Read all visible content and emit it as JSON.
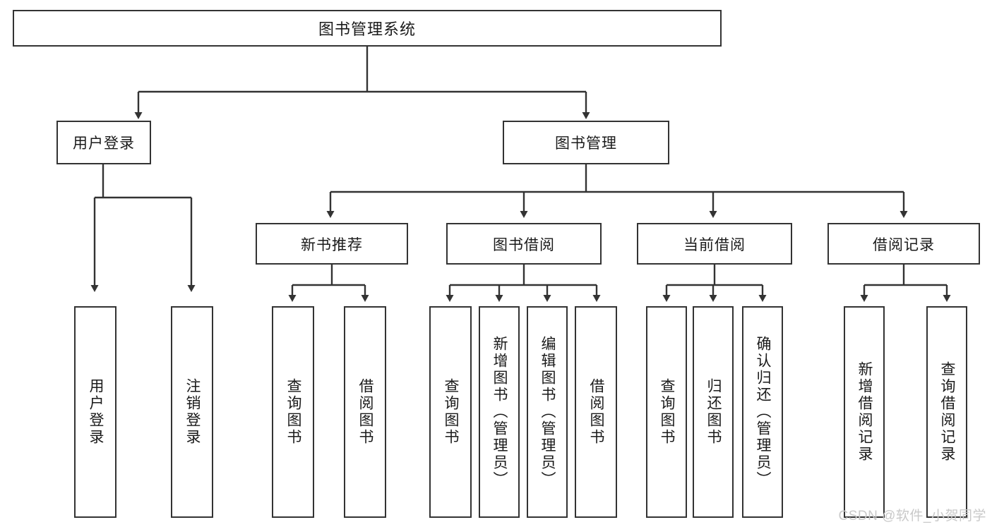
{
  "diagram": {
    "title": "图书管理系统",
    "type": "tree-hierarchy-chart",
    "root": {
      "label": "图书管理系统"
    },
    "level2": [
      {
        "label": "用户登录"
      },
      {
        "label": "图书管理"
      }
    ],
    "level3": [
      {
        "label": "新书推荐"
      },
      {
        "label": "图书借阅"
      },
      {
        "label": "当前借阅"
      },
      {
        "label": "借阅记录"
      }
    ],
    "leaves_user_login": [
      {
        "label": "用户登录"
      },
      {
        "label": "注销登录"
      }
    ],
    "leaves_new_book": [
      {
        "label": "查询图书"
      },
      {
        "label": "借阅图书"
      }
    ],
    "leaves_borrow": [
      {
        "label": "查询图书"
      },
      {
        "label": "新增图书（管理员）"
      },
      {
        "label": "编辑图书（管理员）"
      },
      {
        "label": "借阅图书"
      }
    ],
    "leaves_current": [
      {
        "label": "查询图书"
      },
      {
        "label": "归还图书"
      },
      {
        "label": "确认归还（管理员）"
      }
    ],
    "leaves_record": [
      {
        "label": "新增借阅记录"
      },
      {
        "label": "查询借阅记录"
      }
    ]
  },
  "watermark": {
    "text": "CSDN @软件_小贺同学"
  },
  "colors": {
    "stroke": "#333333",
    "background": "#ffffff",
    "text": "#1a1a1a",
    "watermark": "#c9c9c9"
  }
}
